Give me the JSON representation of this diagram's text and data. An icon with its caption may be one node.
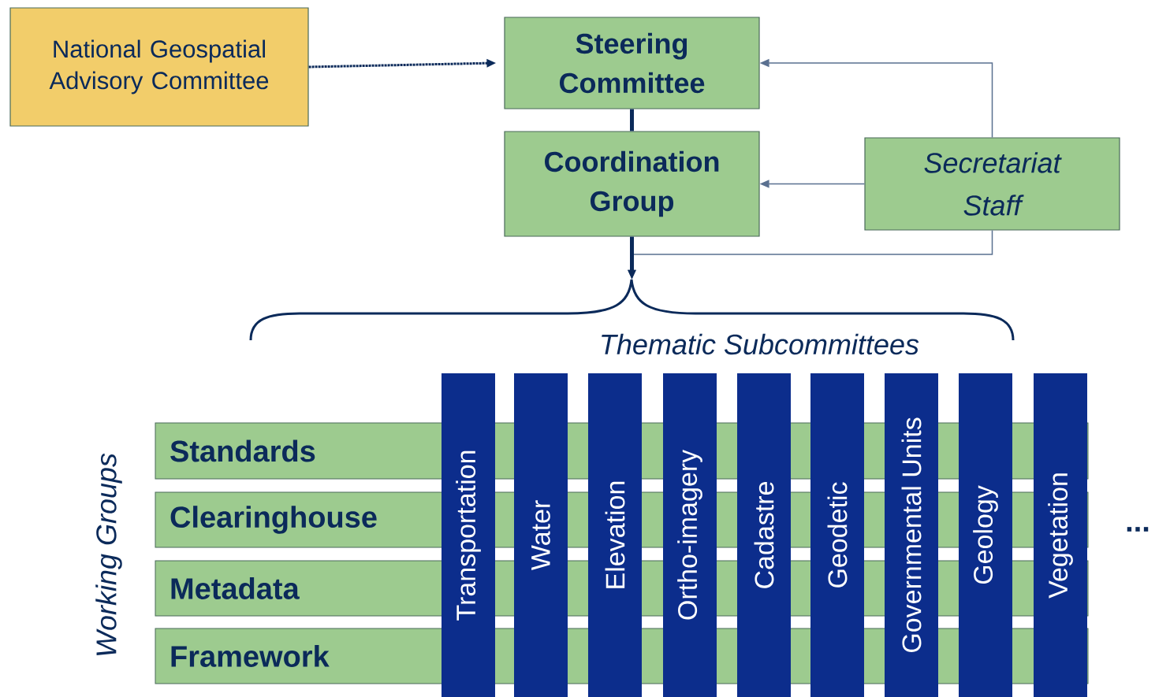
{
  "diagram": {
    "nodes": [
      {
        "text": [
          "National Geospatial Advisory Committee"
        ]
      },
      {
        "text": [
          "Steering Committee"
        ]
      },
      {
        "text": [
          "Coordination Group"
        ]
      },
      {
        "text": [
          "Secretariat Staff"
        ]
      },
      {
        "text": [
          "Standards"
        ]
      },
      {
        "text": [
          "Clearinghouse"
        ]
      },
      {
        "text": [
          "Metadata"
        ]
      },
      {
        "text": [
          "Framework"
        ]
      },
      {
        "text": [
          "Transportation"
        ]
      },
      {
        "text": [
          "Water"
        ]
      },
      {
        "text": [
          "Elevation"
        ]
      },
      {
        "text": [
          "Ortho-imagery"
        ]
      },
      {
        "text": [
          "Cadastre"
        ]
      },
      {
        "text": [
          "Geodetic"
        ]
      },
      {
        "text": [
          "Governmental Units"
        ]
      },
      {
        "text": [
          "Geology"
        ]
      },
      {
        "text": [
          "Vegetation"
        ]
      },
      {
        "text": [],
        "shape": "brace"
      }
    ],
    "edges": [
      {
        "from": 0,
        "to": 1,
        "arrow": "to",
        "style": "dashed"
      },
      {
        "from": 1,
        "to": 2,
        "arrow": "none",
        "style": "thick"
      },
      {
        "from": 3,
        "to": 1,
        "arrow": "to",
        "color": "#5a7090"
      },
      {
        "from": 3,
        "to": 2,
        "arrow": "to",
        "color": "#5a7090"
      },
      {
        "from": 3,
        "to": 17,
        "arrow": "to",
        "color": "#5a7090"
      },
      {
        "from": 2,
        "to": 17,
        "arrow": "to",
        "style": "thick"
      }
    ],
    "labels": [
      "Thematic Subcommittees",
      "Working Groups",
      "..."
    ]
  }
}
